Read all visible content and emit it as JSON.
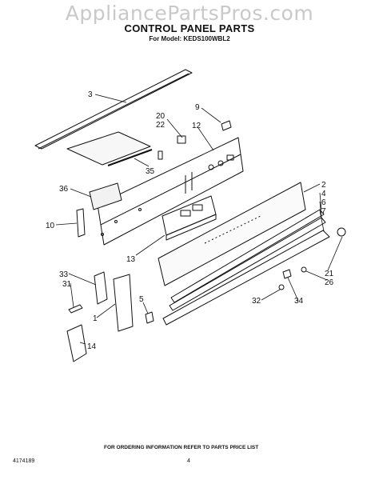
{
  "watermark": "AppliancePartsPros.com",
  "title": "CONTROL PANEL PARTS",
  "subtitle": "For Model: KEDS100WBL2",
  "footer_note": "FOR ORDERING INFORMATION REFER TO PARTS PRICE LIST",
  "doc_number": "4174189",
  "page_number": "4",
  "callouts": [
    {
      "id": "c3",
      "label": "3"
    },
    {
      "id": "c20",
      "label": "20"
    },
    {
      "id": "c22",
      "label": "22"
    },
    {
      "id": "c9",
      "label": "9"
    },
    {
      "id": "c12",
      "label": "12"
    },
    {
      "id": "c35",
      "label": "35"
    },
    {
      "id": "c36",
      "label": "36"
    },
    {
      "id": "c2",
      "label": "2"
    },
    {
      "id": "c4",
      "label": "4"
    },
    {
      "id": "c6",
      "label": "6"
    },
    {
      "id": "c7",
      "label": "7"
    },
    {
      "id": "c10",
      "label": "10"
    },
    {
      "id": "c13",
      "label": "13"
    },
    {
      "id": "c21",
      "label": "21"
    },
    {
      "id": "c26",
      "label": "26"
    },
    {
      "id": "c33",
      "label": "33"
    },
    {
      "id": "c31",
      "label": "31"
    },
    {
      "id": "c5",
      "label": "5"
    },
    {
      "id": "c32",
      "label": "32"
    },
    {
      "id": "c34",
      "label": "34"
    },
    {
      "id": "c1",
      "label": "1"
    },
    {
      "id": "c14",
      "label": "14"
    }
  ]
}
